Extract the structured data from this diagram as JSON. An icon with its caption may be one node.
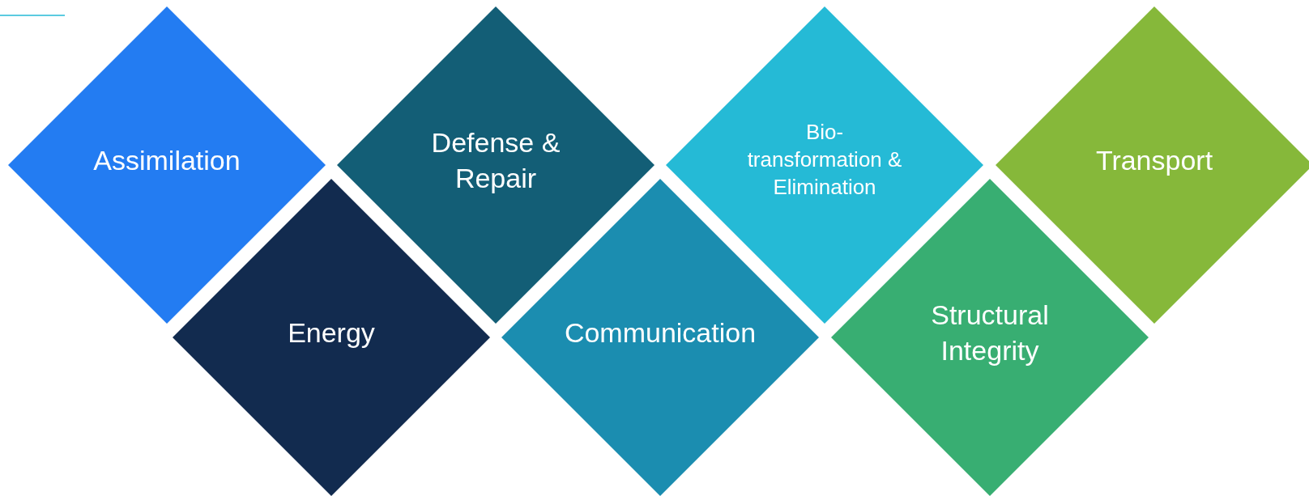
{
  "diagram": {
    "nodes": [
      {
        "text": [
          "Assimilation"
        ]
      },
      {
        "text": [
          "Energy"
        ]
      },
      {
        "text": [
          "Defense & Repair"
        ]
      },
      {
        "text": [
          "Communication"
        ]
      },
      {
        "text": [
          "Bio- transformation & Elimination"
        ]
      },
      {
        "text": [
          "Structural Integrity"
        ]
      },
      {
        "text": [
          "Transport"
        ]
      }
    ]
  }
}
